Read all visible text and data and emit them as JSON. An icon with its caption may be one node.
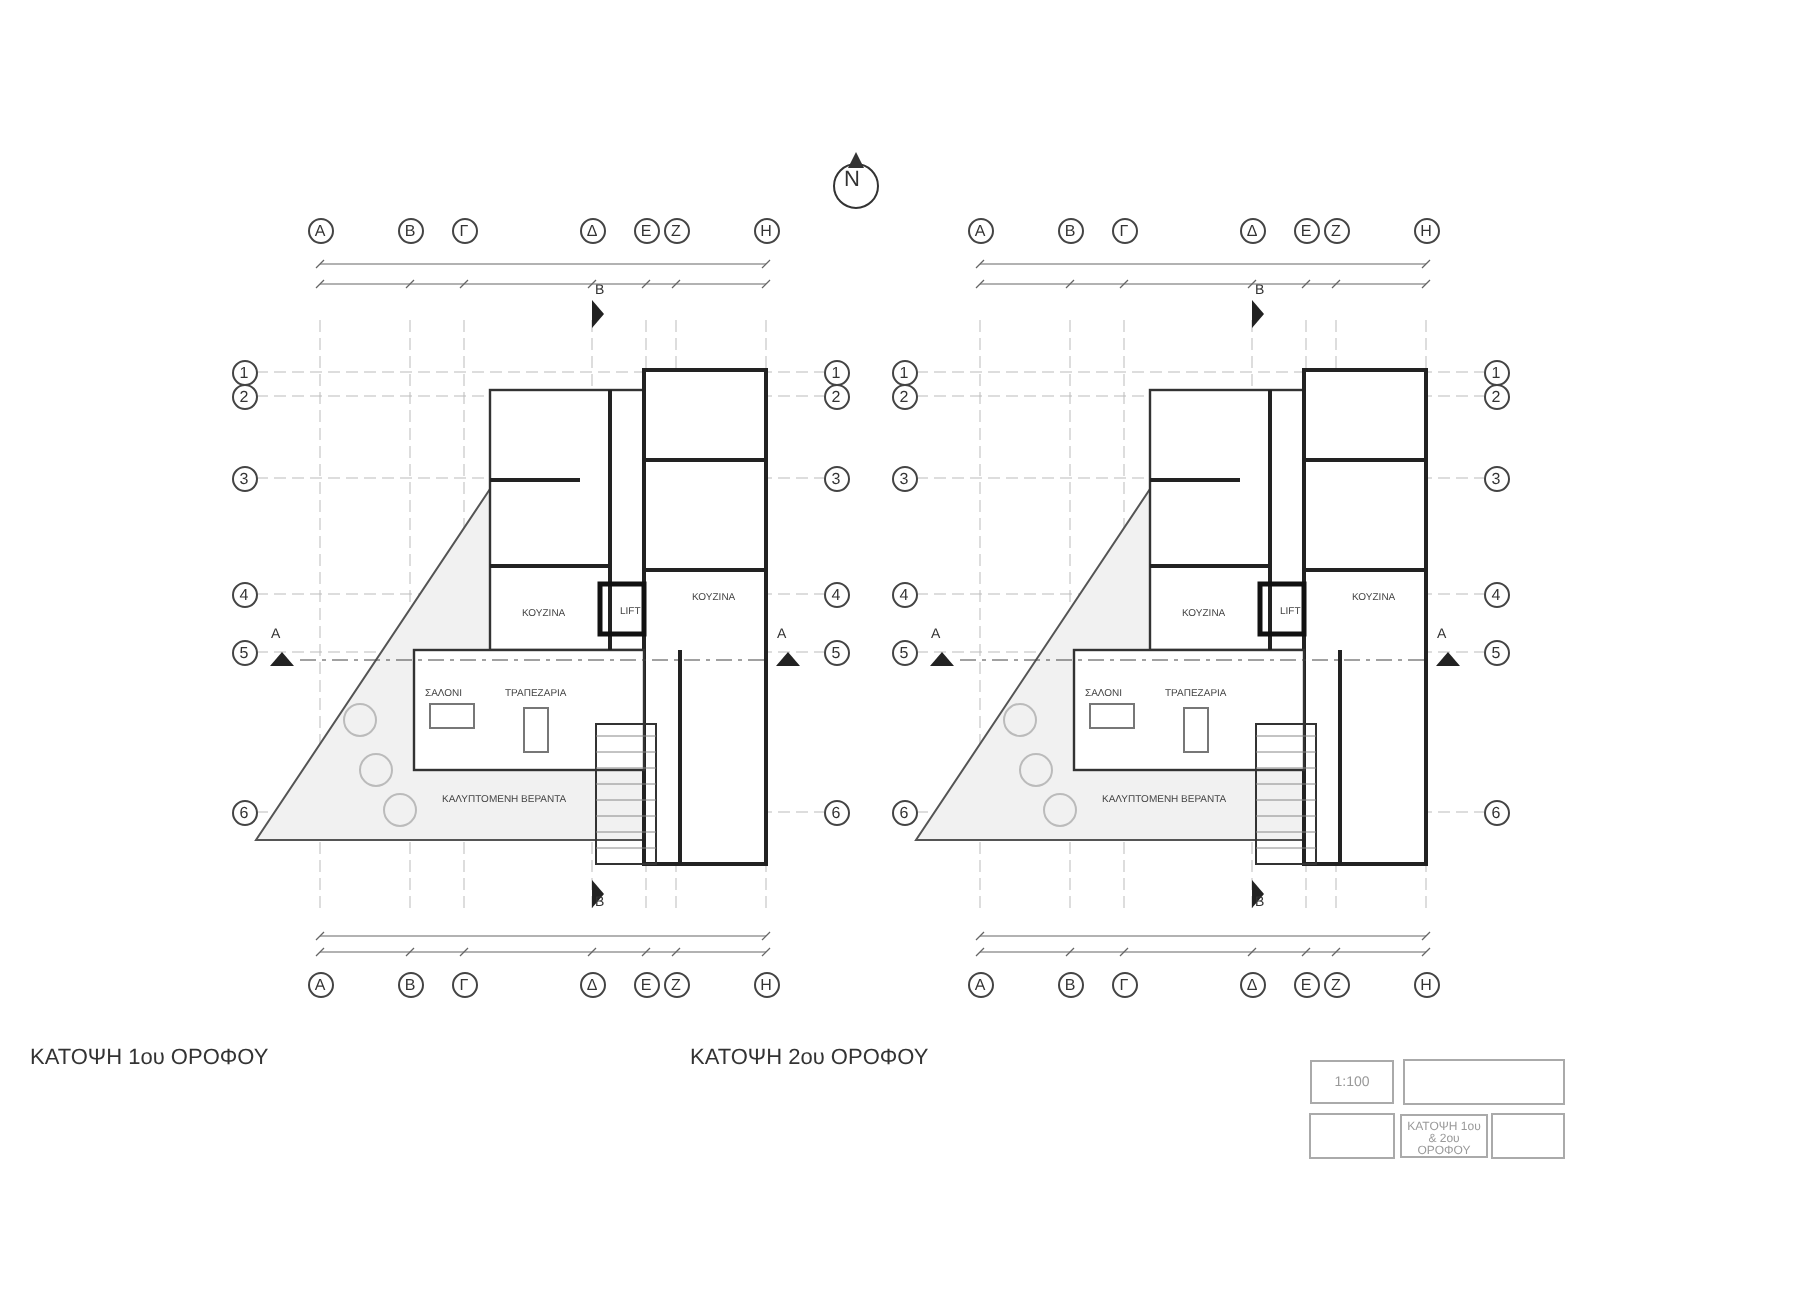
{
  "diagram": {
    "labels": [
      "N",
      "Α",
      "Β",
      "Γ",
      "Δ",
      "Ε",
      "Ζ",
      "Η",
      "1",
      "2",
      "3",
      "4",
      "5",
      "6",
      "1",
      "2",
      "3",
      "4",
      "5",
      "6",
      "B",
      "A",
      "A",
      "B",
      "ΚΑΛΥΠΤΟΜΕΝΗ ΒΕΡΑΝΤΑ",
      "ΚΟΥΖΙΝΑ",
      "LIFT",
      "ΣΑΛΟΝΙ",
      "ΤΡΑΠΕΖΑΡΙΑ",
      "ΚΟΥΖΙΝΑ",
      "Α",
      "Β",
      "Γ",
      "Δ",
      "Ε",
      "Ζ",
      "Η",
      "ΚΑΤΟΨΗ 1ου ΟΡΟΦΟΥ",
      "Α",
      "Β",
      "Γ",
      "Δ",
      "Ε",
      "Ζ",
      "Η",
      "1",
      "2",
      "3",
      "4",
      "5",
      "6",
      "1",
      "2",
      "3",
      "4",
      "5",
      "6",
      "B",
      "A",
      "A",
      "B",
      "ΚΑΛΥΠΤΟΜΕΝΗ ΒΕΡΑΝΤΑ",
      "ΚΟΥΖΙΝΑ",
      "LIFT",
      "ΣΑΛΟΝΙ",
      "ΤΡΑΠΕΖΑΡΙΑ",
      "ΚΟΥΖΙΝΑ",
      "Α",
      "Β",
      "Γ",
      "Δ",
      "Ε",
      "Ζ",
      "Η",
      "ΚΑΤΟΨΗ 2ου ΟΡΟΦΟΥ",
      "1:100",
      "ΚΑΤΟΨΗ 1ου & 2ου ΟΡΟΦΟΥ"
    ]
  }
}
